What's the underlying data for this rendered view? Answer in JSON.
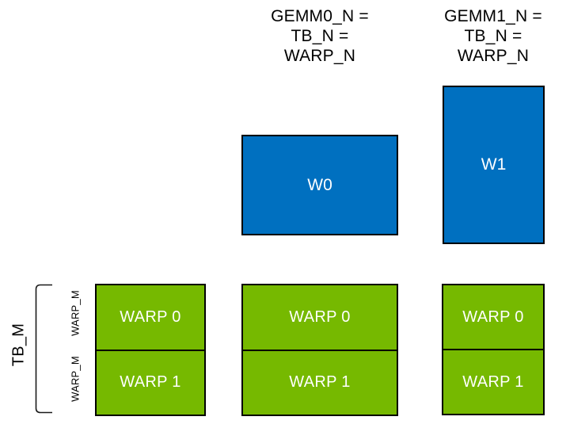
{
  "column_labels": [
    {
      "text": "GEMM0_N =\nTB_N =\nWARP_N"
    },
    {
      "text": "GEMM1_N =\nTB_N =\nWARP_N"
    }
  ],
  "warp_tiles": [
    {
      "label": "W0"
    },
    {
      "label": "W1"
    }
  ],
  "thread_block_tiles": [
    {
      "cells": [
        "WARP 0",
        "WARP 1"
      ]
    },
    {
      "cells": [
        "WARP 0",
        "WARP 1"
      ]
    },
    {
      "cells": [
        "WARP 0",
        "WARP 1"
      ]
    }
  ],
  "row_labels": {
    "tb_m": "TB_M",
    "warp_m_top": "WARP_M",
    "warp_m_bottom": "WARP_M"
  },
  "colors": {
    "tile_blue": "#0070C0",
    "tile_green": "#76B900",
    "border": "#000000",
    "tile_text": "#FFFFFF",
    "label_text": "#000000"
  }
}
